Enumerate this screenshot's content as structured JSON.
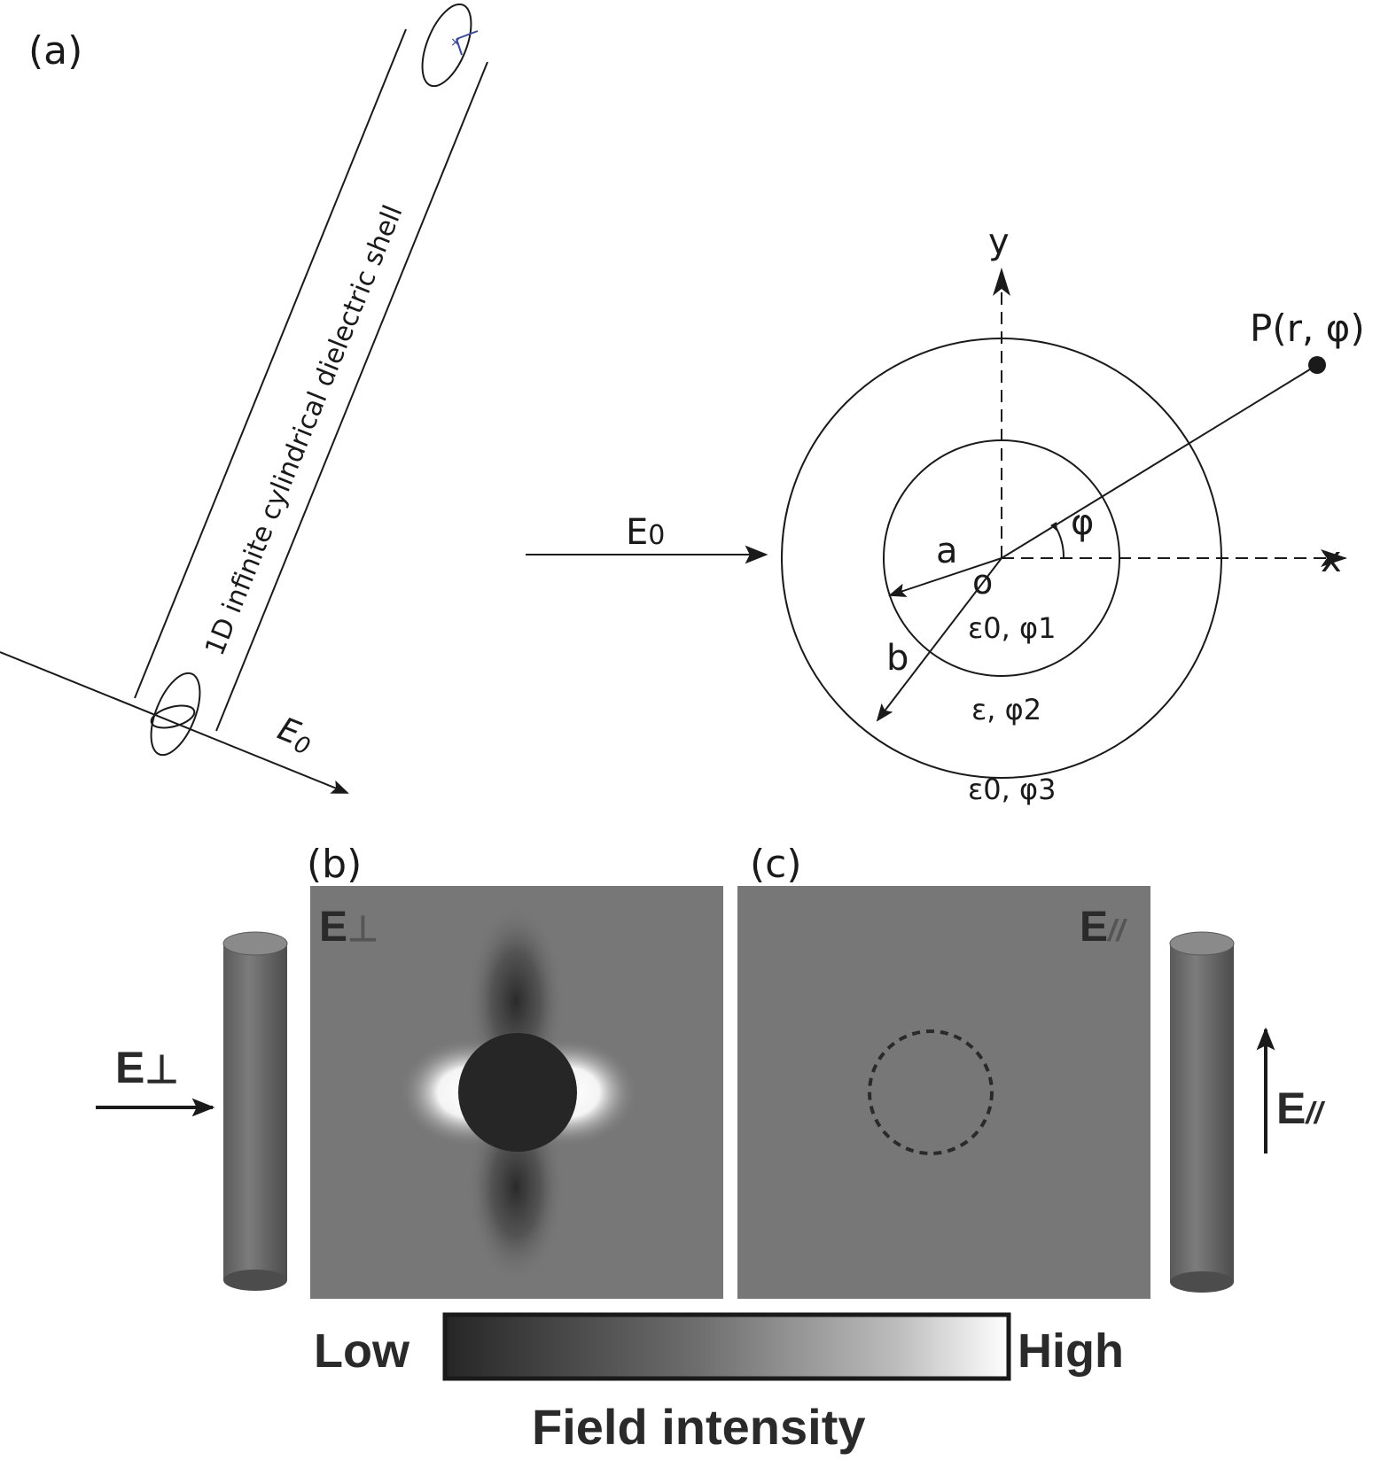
{
  "panel_a": {
    "label": "(a)",
    "tube_text": "1D infinite cylindrical dielectric shell",
    "field_label": "E",
    "field_sub": "0",
    "cross_section": {
      "field_label": "E",
      "field_sub": "0",
      "x_axis": "x",
      "y_axis": "y",
      "origin": "o",
      "point_label": "P(r, φ)",
      "angle_label": "φ",
      "inner_radius": "a",
      "outer_radius": "b",
      "region1": "ε0, φ1",
      "region2": "ε, φ2",
      "region3": "ε0, φ3"
    }
  },
  "panel_b": {
    "label": "(b)",
    "field_label": "E",
    "field_sub": "⊥"
  },
  "panel_c": {
    "label": "(c)",
    "field_label": "E",
    "field_sub": "//"
  },
  "colorbar": {
    "low": "Low",
    "high": "High",
    "title": "Field intensity"
  },
  "colors": {
    "line": "#1a1a1a",
    "map_background": "#777777",
    "map_low": "#262626",
    "map_high": "#ffffff"
  }
}
